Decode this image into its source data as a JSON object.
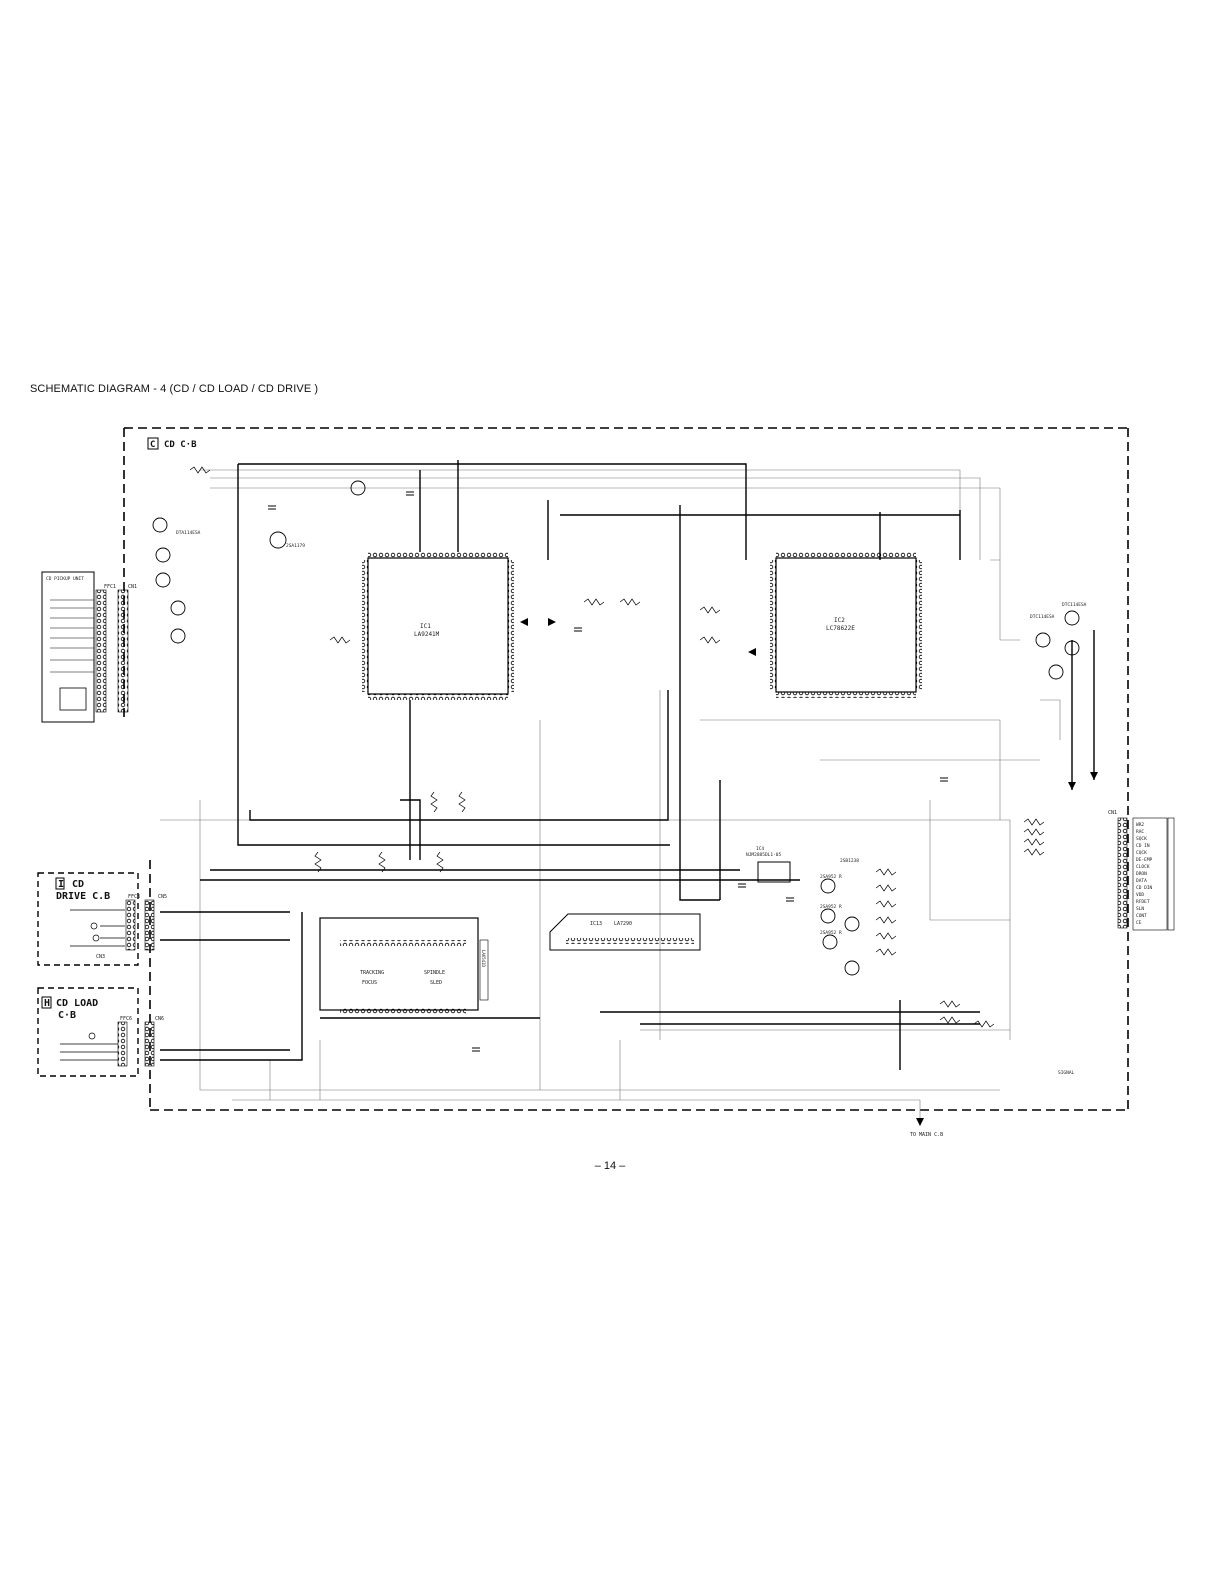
{
  "page": {
    "title": "SCHEMATIC  DIAGRAM - 4 (CD /  CD LOAD / CD DRIVE )",
    "page_number": "– 14 –"
  },
  "boards": {
    "cd": {
      "letter": "C",
      "name": "CD  C·B"
    },
    "cd_drive": {
      "letter": "I",
      "name_line1": "CD",
      "name_line2": "DRIVE  C.B"
    },
    "cd_load": {
      "letter": "H",
      "name_line1": "CD  LOAD",
      "name_line2": "C·B"
    }
  },
  "components": {
    "ic1": "LA9241M",
    "ic2": "LC78622E",
    "ic3": "LA6541D",
    "ic13": "LA7290",
    "ic4": "NJM2885DL1-05",
    "q10": "DTA114ESA",
    "q11": "2SA1179",
    "q81": "DTC114ESA",
    "q82": "DTC114ESA",
    "q53": "2SA952 R",
    "q54": "2SA952 R",
    "q55": "2SA952 R",
    "q56": "2SB1238"
  },
  "connectors": {
    "pickup": "CD PICKUP UNIT",
    "cn1": "CN1",
    "cn3": "CN3",
    "cn5": "CN5",
    "cn6": "CN6",
    "ffc1": "FFC1",
    "ffc3": "FFC3",
    "ffc6": "FFC6",
    "to_main": "TO MAIN C.B",
    "cn1_pins": [
      "WR2",
      "RAC",
      "SQCK",
      "CD IN",
      "CQCK",
      "DE-EMP",
      "CLOCK",
      "DRON",
      "DATA",
      "CD DIN",
      "VDD",
      "RFDET",
      "SLN",
      "CONT",
      "CE"
    ]
  },
  "notes": {
    "signal": "SIGNAL"
  }
}
